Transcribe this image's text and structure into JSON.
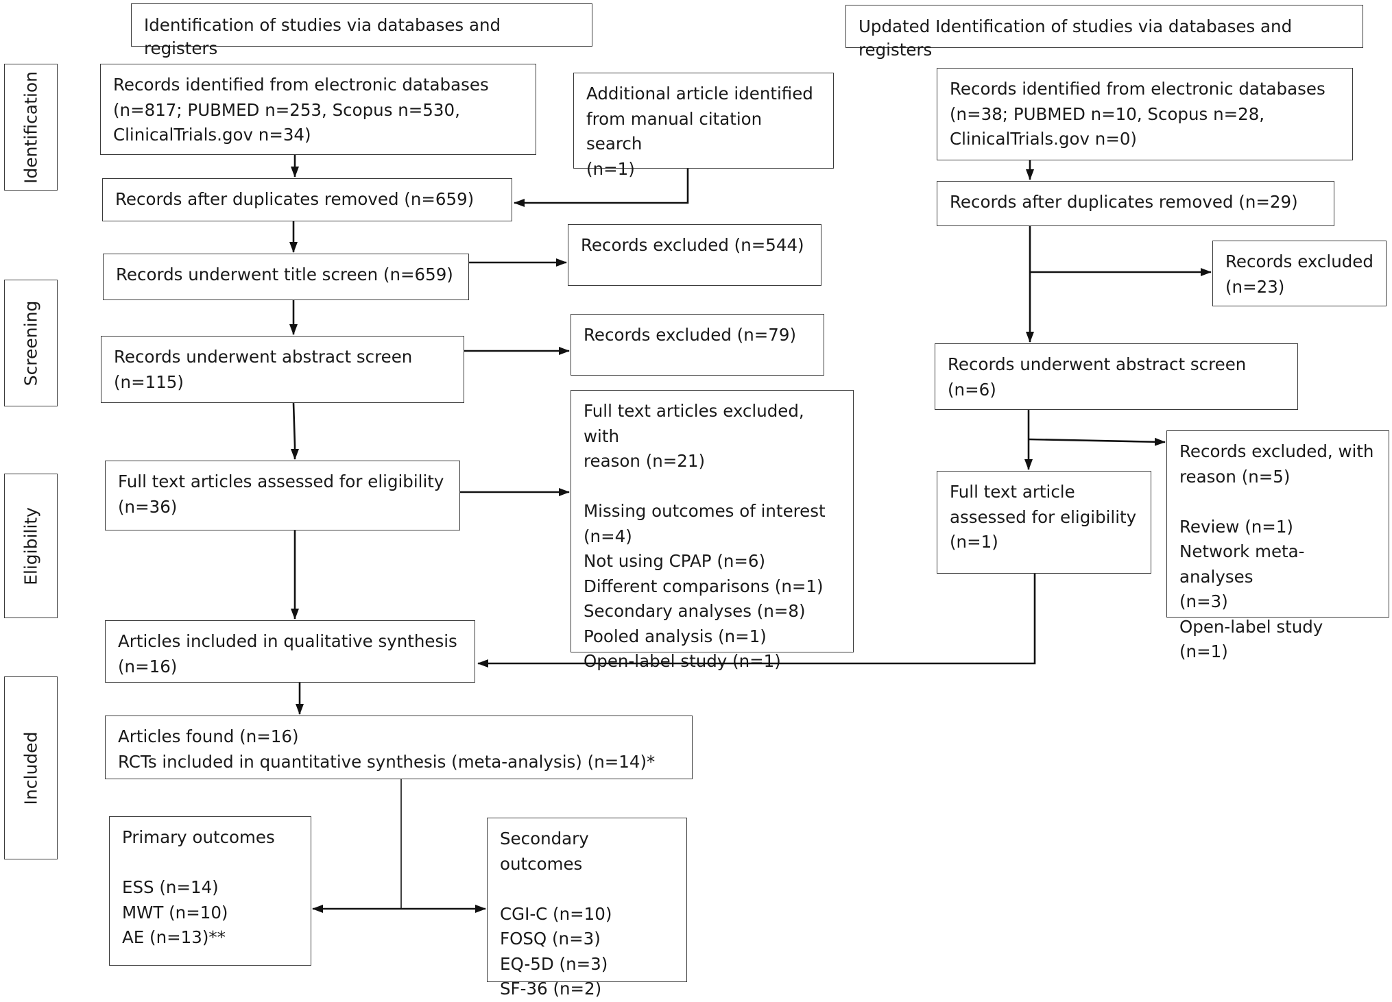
{
  "headers": {
    "left": "Identification of studies via databases and registers",
    "right": "Updated Identification of studies via databases and registers"
  },
  "phases": {
    "identification": "Identification",
    "screening": "Screening",
    "eligibility": "Eligibility",
    "included": "Included"
  },
  "left": {
    "records_identified": "Records identified from electronic databases\n(n=817; PUBMED n=253, Scopus n=530,\nClinicalTrials.gov n=34)",
    "additional": "Additional article identified\nfrom manual citation search\n(n=1)",
    "after_duplicates": "Records after duplicates removed (n=659)",
    "title_screen": "Records underwent title screen (n=659)",
    "excluded_title": "Records excluded (n=544)",
    "abstract_screen": "Records underwent abstract screen\n(n=115)",
    "excluded_abstract": "Records excluded (n=79)",
    "fulltext_excluded": "Full text articles excluded, with\nreason (n=21)\n\nMissing outcomes of interest\n(n=4)\nNot using CPAP (n=6)\nDifferent comparisons (n=1)\nSecondary analyses (n=8)\nPooled analysis (n=1)\nOpen-label study (n=1)",
    "fulltext_assessed": "Full text articles assessed for eligibility\n(n=36)",
    "qualitative": "Articles included in qualitative synthesis\n(n=16)",
    "found": "Articles found (n=16)\nRCTs included in quantitative synthesis (meta-analysis) (n=14)*",
    "primary": "Primary outcomes\n\nESS (n=14)\nMWT (n=10)\nAE (n=13)**",
    "secondary": "Secondary outcomes\n\nCGI-C (n=10)\nFOSQ (n=3)\nEQ-5D (n=3)\nSF-36 (n=2)"
  },
  "right": {
    "records_identified": "Records identified from electronic databases\n(n=38; PUBMED n=10, Scopus n=28,\nClinicalTrials.gov n=0)",
    "after_duplicates": "Records after duplicates removed (n=29)",
    "excluded": "Records excluded\n(n=23)",
    "abstract_screen": "Records underwent abstract screen\n(n=6)",
    "excluded_reason": "Records excluded, with\nreason (n=5)\n\nReview (n=1)\nNetwork meta-analyses\n(n=3)\nOpen-label study (n=1)",
    "fulltext_assessed": "Full text article\nassessed for eligibility\n(n=1)"
  }
}
